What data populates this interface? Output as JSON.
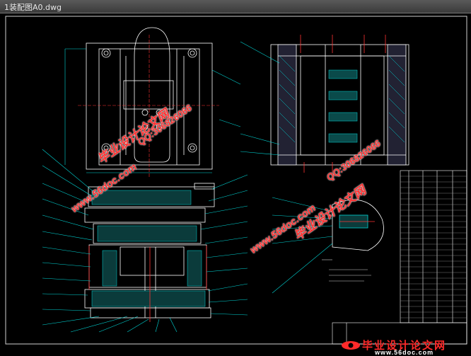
{
  "window": {
    "title": "1装配图A0.dwg"
  },
  "watermarks": {
    "site_cn": "毕业设计论文网",
    "site_url": "www.56doc.com",
    "qq": "QQ:306826066"
  },
  "logo": {
    "title": "毕业设计论文网",
    "url": "www.56doc.com"
  },
  "colors": {
    "drawing_line": "#ffffff",
    "dimension_line": "#00d5d5",
    "center_line": "#ff3333",
    "frame": "#cfcfcf",
    "watermark": "#ff3333"
  }
}
